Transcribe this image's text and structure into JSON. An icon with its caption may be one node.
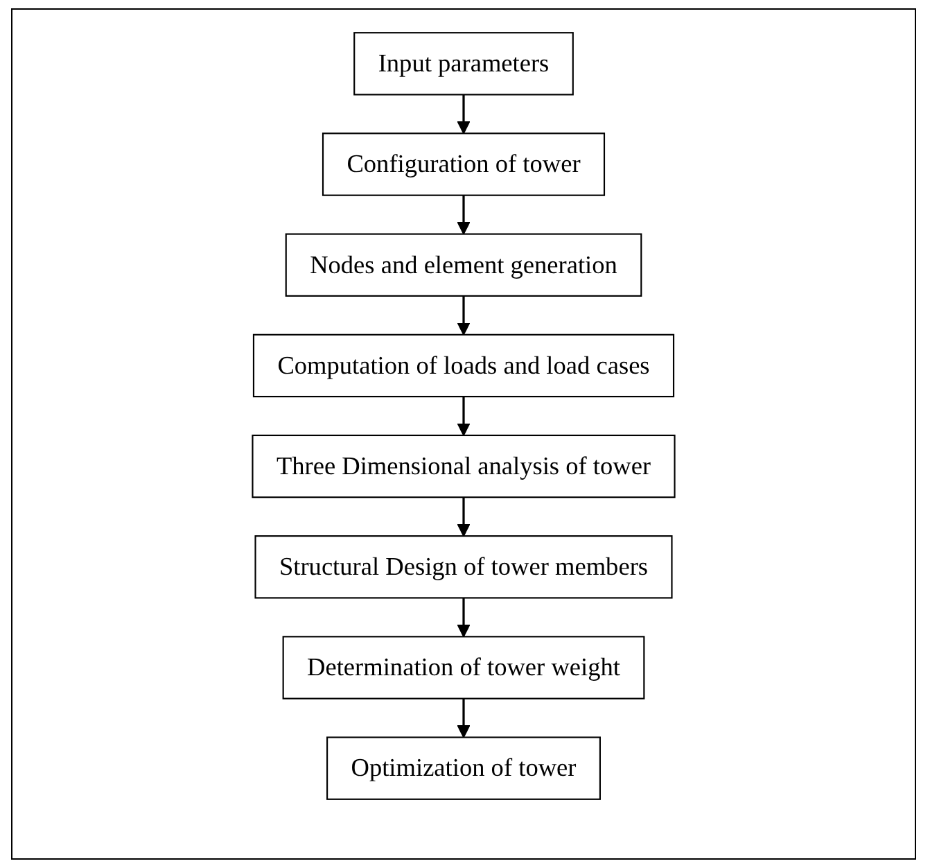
{
  "diagram": {
    "nodes": [
      {
        "text": [
          "Input parameters"
        ]
      },
      {
        "text": [
          "Configuration of tower"
        ]
      },
      {
        "text": [
          "Nodes and element generation"
        ]
      },
      {
        "text": [
          "Computation of loads and load cases"
        ]
      },
      {
        "text": [
          "Three Dimensional analysis of tower"
        ]
      },
      {
        "text": [
          "Structural Design of tower members"
        ]
      },
      {
        "text": [
          "Determination of tower weight"
        ]
      },
      {
        "text": [
          "Optimization of tower"
        ]
      }
    ],
    "edges": [
      {
        "from": 0,
        "to": 1,
        "arrow": "to"
      },
      {
        "from": 1,
        "to": 2,
        "arrow": "to"
      },
      {
        "from": 2,
        "to": 3,
        "arrow": "to"
      },
      {
        "from": 3,
        "to": 4,
        "arrow": "to"
      },
      {
        "from": 4,
        "to": 5,
        "arrow": "to"
      },
      {
        "from": 5,
        "to": 6,
        "arrow": "to"
      },
      {
        "from": 6,
        "to": 7,
        "arrow": "to"
      }
    ]
  }
}
